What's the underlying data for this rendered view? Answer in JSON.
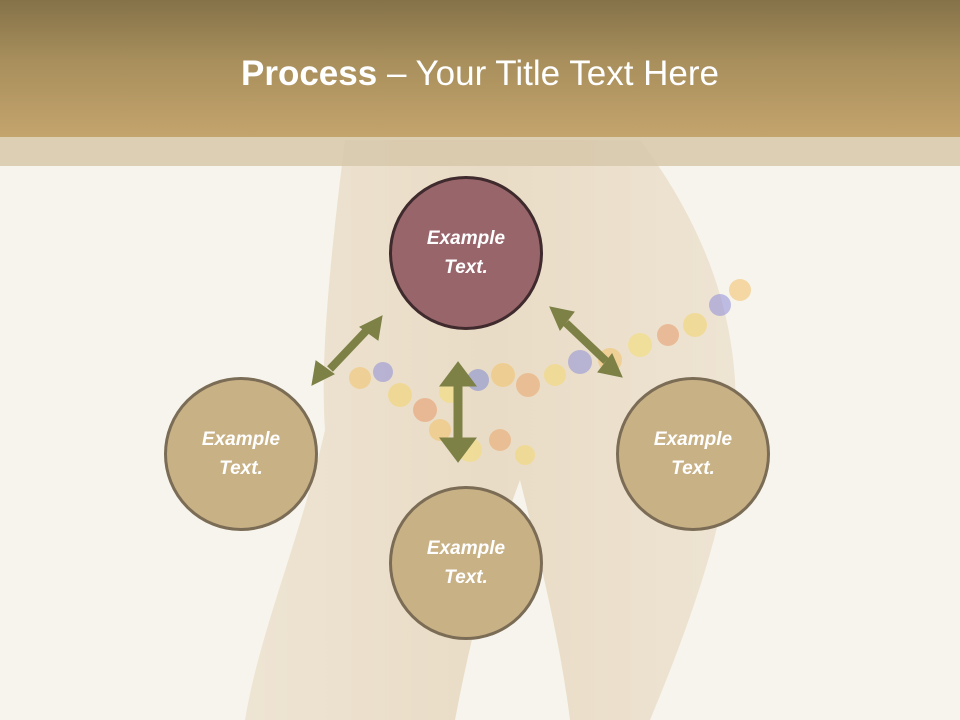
{
  "slide": {
    "title_bold": "Process",
    "title_rest": " – Your Title Text Here"
  },
  "nodes": [
    {
      "id": "top",
      "line1": "Example",
      "line2": "Text."
    },
    {
      "id": "left",
      "line1": "Example",
      "line2": "Text."
    },
    {
      "id": "right",
      "line1": "Example",
      "line2": "Text."
    },
    {
      "id": "bottom",
      "line1": "Example",
      "line2": "Text."
    }
  ],
  "colors": {
    "header": "#a88f5c",
    "top_node": "#98656b",
    "node": "#c9b186",
    "arrow": "#7d8146"
  }
}
